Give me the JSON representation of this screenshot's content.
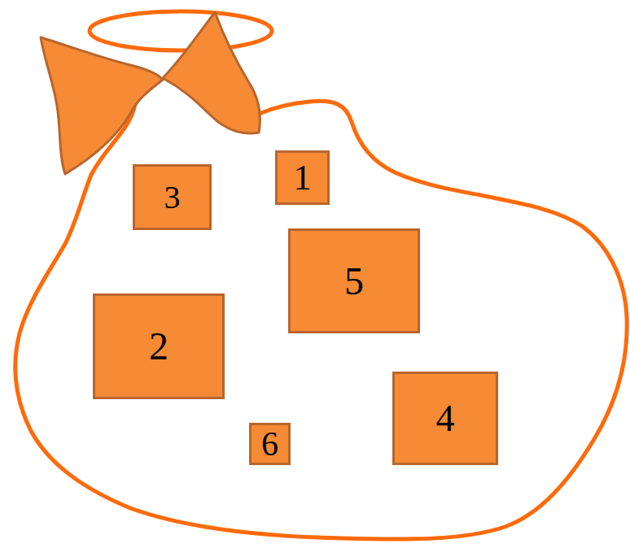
{
  "diagram": {
    "nodes": [
      {
        "text": [
          "3"
        ]
      },
      {
        "text": [
          "1"
        ]
      },
      {
        "text": [
          "5"
        ]
      },
      {
        "text": [
          "2"
        ]
      },
      {
        "text": [
          "4"
        ]
      },
      {
        "text": [
          "6"
        ]
      }
    ]
  }
}
